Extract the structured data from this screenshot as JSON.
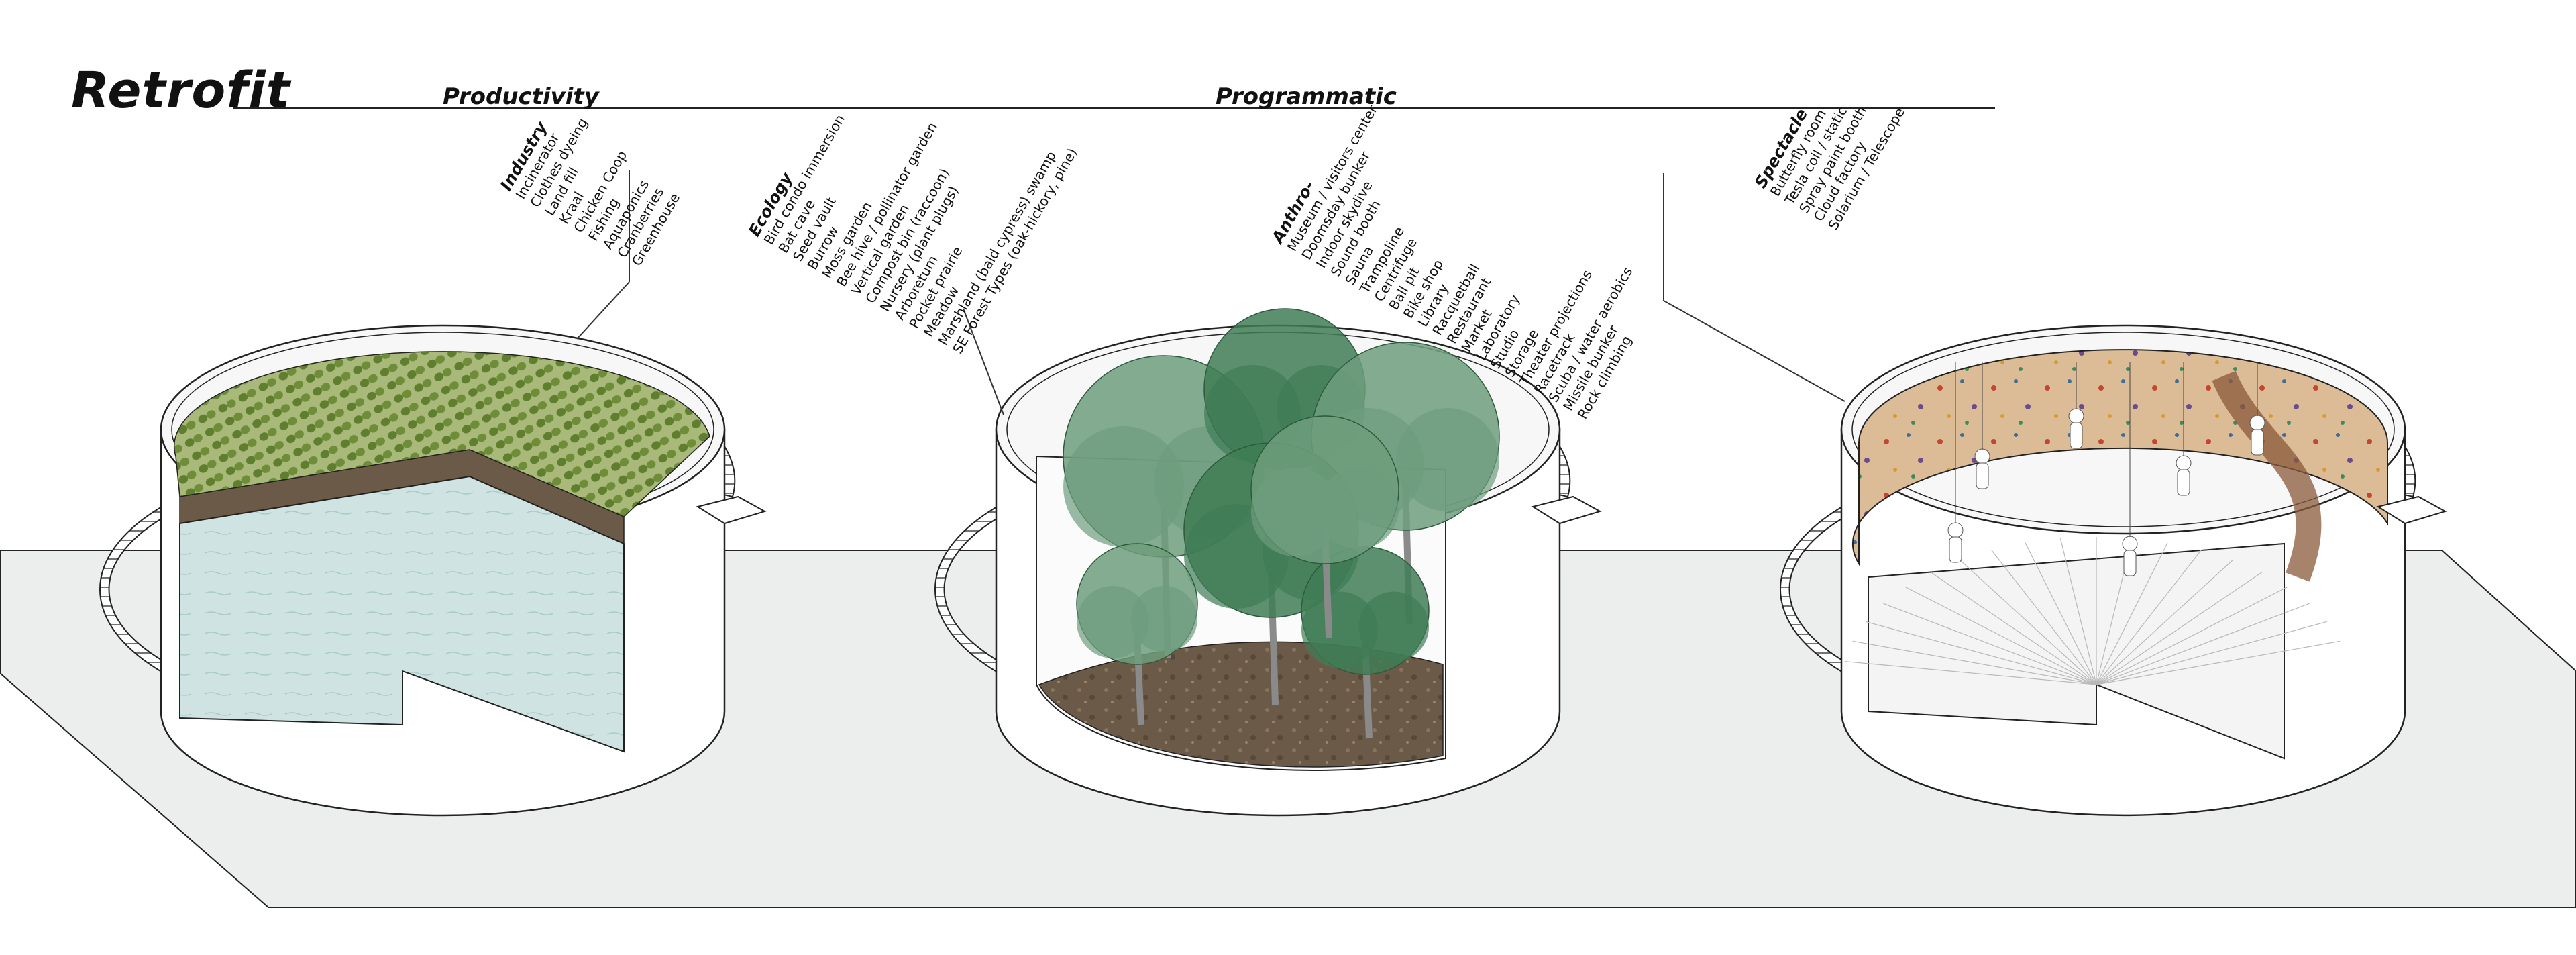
{
  "title": "Retrofit",
  "categories": {
    "productivity": "Productivity",
    "programmatic": "Programmatic"
  },
  "lists": {
    "industry": {
      "group": "Industry",
      "items": [
        "Incinerator",
        "Clothes dyeing",
        "Land fill",
        "Kraal",
        "Chicken Coop",
        "Fishing",
        "Aquaponics",
        "Cranberries",
        "Greenhouse"
      ]
    },
    "ecology": {
      "group": "Ecology",
      "items": [
        "Bird condo immersion",
        "Bat cave",
        "Seed vault",
        "Burrow",
        "Moss garden",
        "Bee hive / pollinator garden",
        "Vertical garden",
        "Compost bin (raccoon)",
        "Nursery (plant plugs)",
        "Arboretum",
        "Pocket prairie",
        "Meadow",
        "Marshland (bald cypress) swamp",
        "SE Forest Types (oak-hickory, pine)"
      ]
    },
    "anthro": {
      "group": "Anthro-",
      "items": [
        "Museum / visitors center",
        "Doomsday bunker",
        "Indoor skydive",
        "Sound booth",
        "Sauna",
        "Trampoline",
        "Centrifuge",
        "Ball pit",
        "Bike shop",
        "Library",
        "Racquetball",
        "Restaurant",
        "Market",
        "Laboratory",
        "Studio",
        "Storage",
        "Theater projections",
        "Racetrack",
        "Scuba / water aerobics",
        "Missile bunker",
        "Rock climbing"
      ]
    },
    "spectacle": {
      "group": "Spectacle",
      "items": [
        "Butterfly room",
        "Tesla coil / static",
        "Spray paint booth",
        "Cloud factory",
        "Solarium / Telescope"
      ]
    }
  },
  "colors": {
    "ink": "#222222",
    "ground": "#eceeee",
    "water": "#cfe4e2",
    "crop": "#7f9a46",
    "tree_dark": "#3f7c55",
    "tree_light": "#6e9d7d",
    "soil": "#6b5a47",
    "climbing_wall": "#d7b48f",
    "climbing_floor": "#f4f4f4"
  }
}
